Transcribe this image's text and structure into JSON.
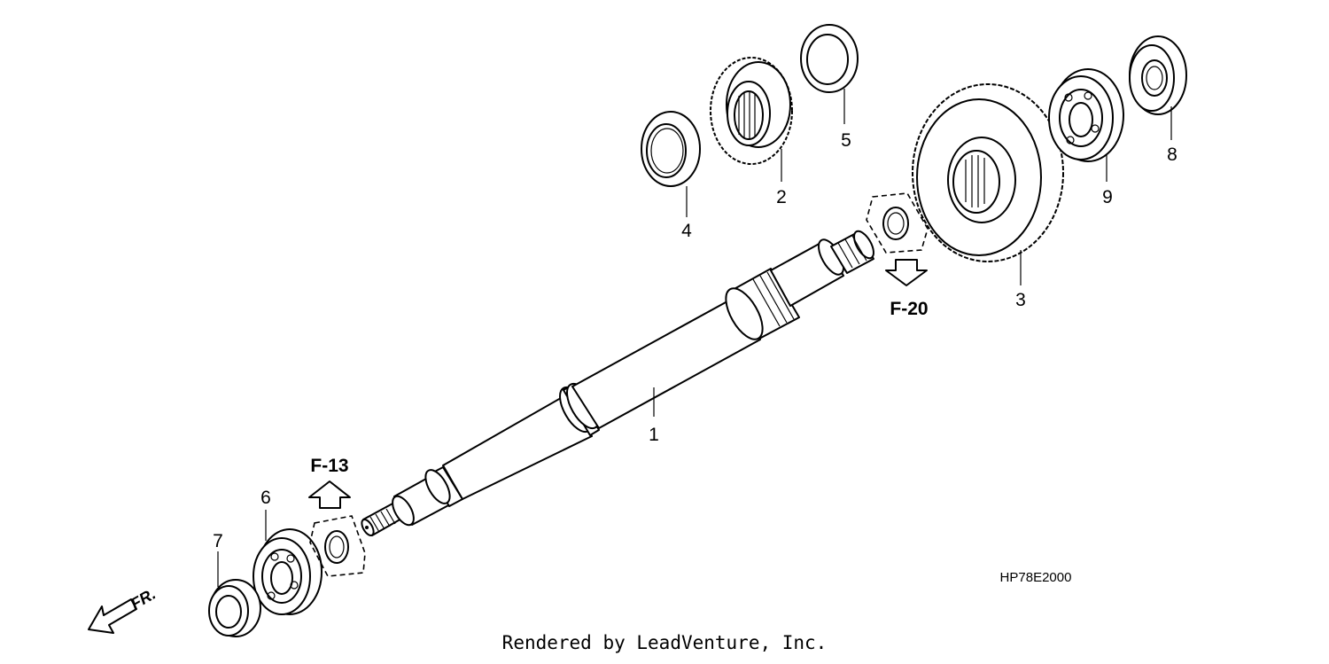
{
  "diagram": {
    "parts": [
      {
        "label": "1"
      },
      {
        "label": "2"
      },
      {
        "label": "3"
      },
      {
        "label": "4"
      },
      {
        "label": "5"
      },
      {
        "label": "6"
      },
      {
        "label": "7"
      },
      {
        "label": "8"
      },
      {
        "label": "9"
      }
    ],
    "references": {
      "f13": "F-13",
      "f20": "F-20"
    },
    "front_indicator": "FR.",
    "diagram_code": "HP78E2000"
  },
  "footer": {
    "credit": "Rendered by LeadVenture, Inc."
  }
}
